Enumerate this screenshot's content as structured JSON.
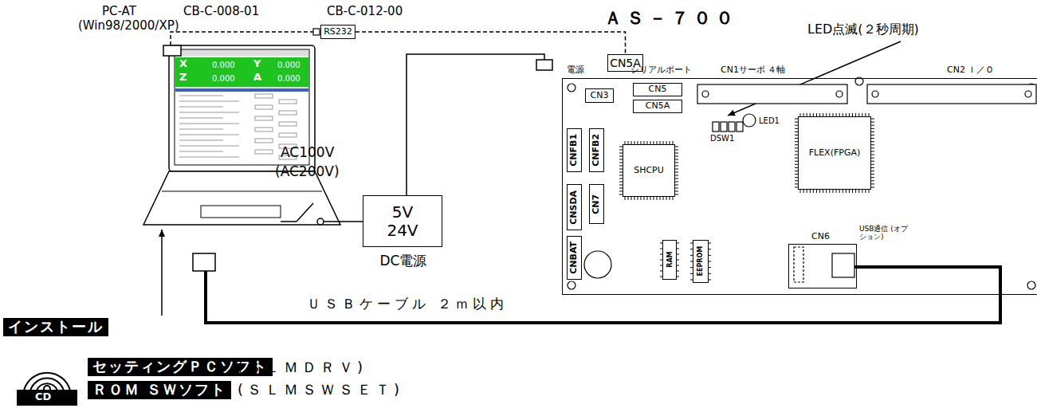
{
  "diagram": {
    "nodes": [
      {
        "text": [
          "RS232"
        ]
      },
      {
        "text": [
          "5V 24V",
          "DC電源"
        ]
      },
      {
        "text": [
          "CN5A"
        ]
      },
      {
        "text": [
          "電源",
          "シリアルポート",
          "CN1サーボ ４軸",
          "CN2 Ｉ／Ｏ"
        ]
      },
      {
        "text": [
          "CN3"
        ],
        "in": 3
      },
      {
        "text": [
          "CN5"
        ],
        "in": 3
      },
      {
        "text": [
          "CN5A"
        ],
        "in": 3
      },
      {
        "text": [
          "CNFB1"
        ],
        "in": 3
      },
      {
        "text": [
          "CNFB2"
        ],
        "in": 3
      },
      {
        "text": [
          "CNSDA"
        ],
        "in": 3
      },
      {
        "text": [
          "CN7"
        ],
        "in": 3
      },
      {
        "text": [
          "CNBAT"
        ],
        "in": 3
      },
      {
        "text": [
          "SHCPU"
        ],
        "in": 3
      },
      {
        "text": [
          "FLEX(FPGA)"
        ],
        "in": 3
      },
      {
        "text": [
          "RAM"
        ],
        "in": 3
      },
      {
        "text": [
          "EEPROM"
        ],
        "in": 3
      },
      {
        "text": [
          "CN6"
        ],
        "in": 3
      },
      {
        "text": [
          "インストール"
        ]
      },
      {
        "text": [
          "セッティングＰＣソフト"
        ]
      },
      {
        "text": [
          "ＲＯＭ ＳＷソフト"
        ]
      }
    ],
    "edges": [
      {
        "from": 0,
        "to": 2,
        "arrow": "none"
      }
    ],
    "labels": [
      "PC-AT",
      "(Win98/2000/XP)",
      "CB-C-008-01",
      "CB-C-012-00",
      "ＡＳ－７００",
      "LED点滅(２秒周期)",
      "AC100V",
      "(AC200V)",
      "DSW1",
      "LED1",
      "USB通信 (オプション)",
      "ＵＳＢケーブル ２ｍ以内",
      "CD",
      "(ＳＬＭＤＲＶ)",
      "(ＳＬＭＳＷＳＥＴ)",
      "X",
      "0.000",
      "Y",
      "0.000",
      "Z",
      "0.000",
      "A",
      "0.000"
    ]
  }
}
